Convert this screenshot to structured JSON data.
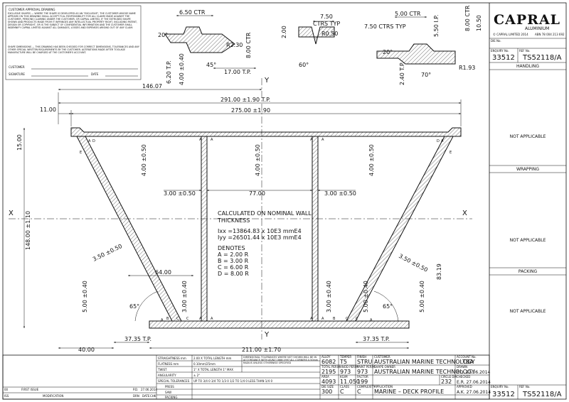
{
  "approval_box": {
    "title": "CUSTOMER APPROVAL DRAWING",
    "exclusive_text": "EXCLUSIVE SHAPES — WHERE THE SHAPE IS DEVELOPED AS AN \"EXCLUSIVE\", THE CUSTOMER WHOSE NAME APPEARS ON THIS DRAWING SHALL ACCEPT FULL RESPONSIBILITY FOR ALL CLAIMS MADE AGAINST THE CUSTOMER, PERSONS CLAIMING UNDER THE CUSTOMER, OR CAPRAL LIMITED, IF THE EXTRUDED SHAPE SHOWN AND PRODUCTS MADE FROM IT INFRINGES ANY INTELLECTUAL PROPERTY RIGHT, INCLUDING PATENT, DESIGN OR COPYRIGHT, OR IS THE SUBJECT OF CONFIDENTIAL INFORMATION AND THE CUSTOMER SHALL INDEMNIFY CAPRAL LIMITED AGAINST ALL DAMAGES, LOSSES AND EXPENSES ARISING OUT OF ANY CLAIM.",
    "dimensions_text": "SHAPE DIMENSIONS — THIS DRAWING HAS BEEN CHECKED FOR CORRECT DIMENSIONS, TOLERANCES AND ANY OTHER SPECIAL WRITTEN REQUIREMENTS BY THE CUSTOMER. ALTERATIONS MADE AFTER TOOLAGE MANUFACTURE WILL BE CHARGED AT THE CUSTOMER'S ACCOUNT.",
    "customer_label": "CUSTOMER",
    "signature_label": "SIGNATURE",
    "date_label": "DATE"
  },
  "logo": {
    "brand": "CAPRAL",
    "sub": "ALUMINIUM",
    "copyright": "© CAPRAL LIMITED 2014",
    "abn": "ABN 78 004 213 692"
  },
  "side_panel": {
    "die_no_label": "DIE No.",
    "enquiry_label": "ENQUIRY No.",
    "enquiry_no": "33512",
    "ref_label": "REF No.",
    "ref_no": "TS52118/A",
    "handling_label": "HANDLING",
    "handling_value": "NOT APPLICABLE",
    "wrapping_label": "WRAPPING",
    "wrapping_value": "NOT APPLICABLE",
    "packing_label": "PACKING",
    "packing_value": "NOT APPLICABLE"
  },
  "detail_left": {
    "d1": "6.50 CTR",
    "d2": "20°",
    "d3": "R2.30",
    "d4": "8.00 CTR",
    "d5": "45°",
    "d6": "6.20 T.P.",
    "d7": "4.00 ±0.40",
    "d8": "17.00 T.P."
  },
  "detail_mid": {
    "d1": "7.50",
    "d2": "CTRS TYP",
    "d3": "2.00",
    "d4": "R0.50",
    "d5": "60°"
  },
  "detail_right": {
    "d1": "5.00 CTR",
    "d2": "7.50 CTRS TYP",
    "d3": "5.50 I.P.",
    "d4": "8.00 CTR",
    "d5": "10.50",
    "d6": "20°",
    "d7": "R1.93",
    "d8": "70°",
    "d9": "2.40 T.P."
  },
  "main_dims": {
    "d146": "146.07",
    "d291": "291.00 ±1.90 T.P.",
    "d11": "11.00",
    "d275": "275.00 ±1.90",
    "d15": "15.00",
    "d4a": "4.00 ±0.50",
    "d4b": "4.00 ±0.50",
    "d4c": "4.00 ±0.50",
    "d3a": "3.00 ±0.50",
    "d77": "77.00",
    "d3b": "3.00 ±0.50",
    "d148": "148.00 ±1.10",
    "d35a": "3.50 ±0.50",
    "d35b": "3.50 ±0.50",
    "d64": "64.00",
    "d8319": "83.19",
    "d5a": "5.00 ±0.40",
    "d5b": "5.00 ±0.40",
    "d5c": "5.00 ±0.40",
    "d3c": "3.00 ±0.40",
    "d3d": "3.00 ±0.40",
    "ang1": "65°",
    "ang2": "65°",
    "d3735a": "37.35 T.P.",
    "d3735b": "37.35 T.P.",
    "d40": "40.00",
    "d211": "211.00 ±1.70",
    "y_top": "Y",
    "y_bot": "Y",
    "x_left": "X",
    "x_right": "X"
  },
  "notes": {
    "calc1": "CALCULATED ON NOMINAL WALL",
    "calc2": "THICKNESS",
    "ixx": "Ixx =13864.83 x 10E3 mmE4",
    "iyy": "Iyy =26501.44 x 10E3 mmE4",
    "denotes": "DENOTES",
    "a": "A  =  2.00  R",
    "b": "B  =  3.00  R",
    "c": "C  =  6.00  R",
    "d": "D  =  8.00  R"
  },
  "corner_letters": [
    "A",
    "A",
    "A",
    "A",
    "A",
    "A",
    "A",
    "A",
    "A",
    "A",
    "A",
    "A",
    "B",
    "B",
    "C",
    "C",
    "C",
    "C",
    "D",
    "D",
    "E",
    "E"
  ],
  "title_block": {
    "straightness": "STRAIGHTNESS mm",
    "straight_val": "2.00 X TOTAL LENGTH mm",
    "flatness": "FLATNESS mm",
    "flat_val": "0.10mm/25mm",
    "twist": "TWIST",
    "twist_val": "1° X TOTAL LENGTH  1° MAX",
    "angularity": "ANGULARITY",
    "ang_val": "± 2°",
    "special_tol": "SPECIAL TOLERANCES",
    "tol_vals": "UP TO 3/4   0   3/4 TO 1/3   0   1/2 TO 1/4   0   LESS THAN 1/4   0",
    "dim_tol": "DIMENSIONAL TOLERANCES WHERE NOT SHOWN WILL BE IN ACCORDANCE WITH AS/NZ 1866:1997",
    "radius_note": "ALL CORNERS 0.50mm RADIUS UNLESS OTHERWISE SPECIFIED",
    "press": "PRESS",
    "saw": "SAW",
    "packing": "PACKING",
    "alloy_label": "ALLOY",
    "alloy": "6082",
    "temper_label": "TEMPER",
    "temper": "T5",
    "finish_label": "FINISH",
    "finish": "STRU",
    "customer_label": "CUSTOMER",
    "customer": "AUSTRALIAN MARINE TECHNOLOGY",
    "account_label": "ACCOUNT No.",
    "account": "TBA",
    "perim1_label": "TOTAL PERIM.",
    "perim1": "2195",
    "perim2_label": "ANOD PERIM.",
    "perim2": "973",
    "perim3_label": "PAINT PERIM.",
    "perim3": "973",
    "shape_owner_label": "SHAPE OWNER",
    "shape_owner": "AUSTRALIAN MARINE TECHNOLOGY",
    "drawn_label": "DRAWN",
    "drawn": "P.D. 27.06.2014",
    "area_label": "AREA",
    "area": "4093",
    "kgm_label": "KG/M",
    "kgm": "11.050",
    "factor_label": "FACTOR",
    "factor": "199",
    "circle_label": "CIRCLE DIA",
    "circle": "232",
    "checked_label": "CHECKED",
    "checked": "E.R. 27.06.2014",
    "die_label": "DIE SIZE",
    "die": "300",
    "class_label": "CLASS",
    "class_val": "C",
    "complexity_label": "COMPLEXITY",
    "complexity": "C",
    "application_label": "APPLICATION",
    "application": "MARINE – DECK PROFILE",
    "approved_label": "APPROVED",
    "approved": "A.K. 27.06.2014",
    "enquiry_label": "ENQUIRY No.",
    "enquiry": "33512",
    "ref_label": "REF No.",
    "ref": "TS52118/A",
    "rev": "00",
    "rev_desc": "FIRST ISSUE",
    "rev_by": "P.D.",
    "rev_date": "27.06.2014",
    "rev_label": "ISS",
    "mod_label": "MODIFICATION",
    "drn_label": "DRN",
    "date_label": "DATE",
    "chk_label": "CHK"
  }
}
